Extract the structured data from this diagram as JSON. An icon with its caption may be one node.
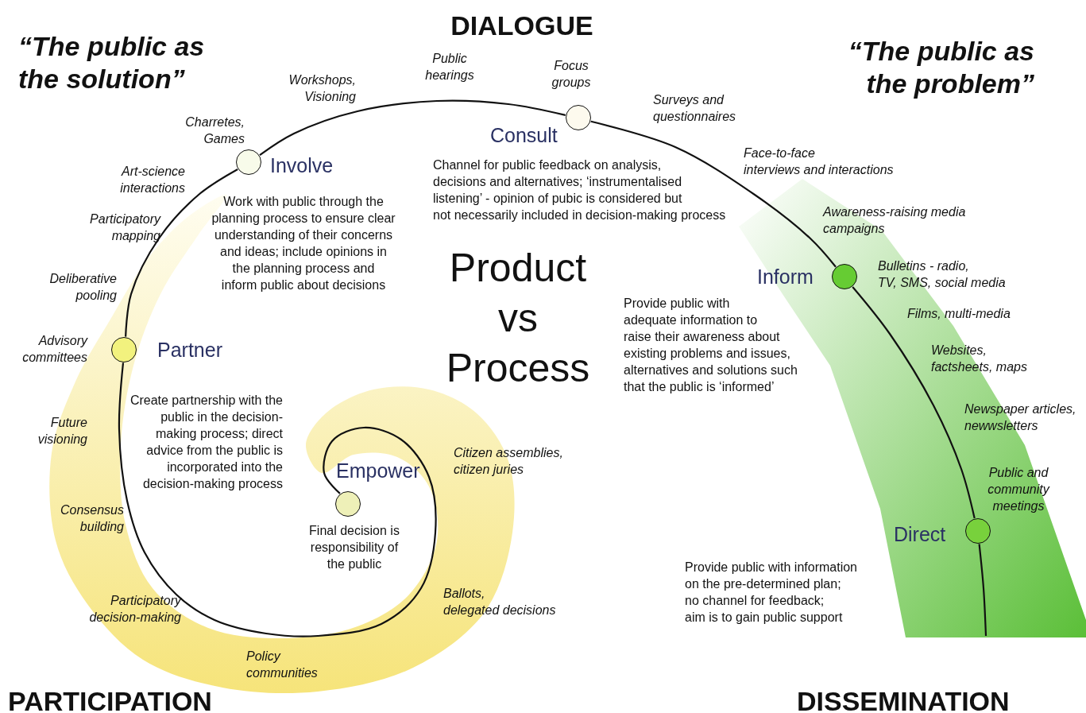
{
  "diagram": {
    "title": "Product vs Process",
    "nodes": [
      {
        "text": [],
        "shape": "circle",
        "beside": [
          "Empower",
          "Final decision is responsibility of the public"
        ]
      },
      {
        "text": [],
        "shape": "circle",
        "beside": [
          "Partner",
          "Create partnership with the public in the decision-making process; direct advice from the public is incorporated into the decision-making process"
        ]
      },
      {
        "text": [],
        "shape": "circle",
        "beside": [
          "Involve",
          "Work with public through the planning process to ensure clear understanding of their concerns and ideas; include opinions in the planning process and inform public about decisions"
        ]
      },
      {
        "text": [],
        "shape": "circle",
        "beside": [
          "Consult",
          "Channel for public feedback on analysis, decisions and alternatives; ‘instrumentalised listening’ - opinion of pubic is considered but not necessarily included in decision-making process"
        ]
      },
      {
        "text": [],
        "shape": "circle",
        "beside": [
          "Inform",
          "Provide public with adequate information to raise their awareness about existing problems and issues, alternatives and solutions such that the public is ‘informed’"
        ]
      },
      {
        "text": [],
        "shape": "circle",
        "beside": [
          "Direct",
          "Provide public with information on the pre-determined plan; no channel for feedback; aim is to gain public support"
        ]
      }
    ],
    "edges": [
      {
        "from": 0,
        "to": 1,
        "arrow": "none"
      },
      {
        "from": 1,
        "to": 2,
        "arrow": "none"
      },
      {
        "from": 2,
        "to": 3,
        "arrow": "none"
      },
      {
        "from": 3,
        "to": 4,
        "arrow": "none"
      },
      {
        "from": 4,
        "to": 5,
        "arrow": "none"
      },
      {
        "from": 5,
        "to": null,
        "arrow": "none"
      }
    ],
    "labels": [
      "“The public as the solution”",
      "DIALOGUE",
      "“The public as the problem”",
      "Public hearings",
      "Focus groups",
      "Workshops, Visioning",
      "Surveys and questionnaires",
      "Charretes, Games",
      "Face-to-face interviews and interactions",
      "Art-science interactions",
      "Participatory mapping",
      "Awareness-raising media campaigns",
      "Deliberative pooling",
      "Bulletins - radio, TV, SMS, social media",
      "Films, multi-media",
      "Advisory committees",
      "Websites, factsheets, maps",
      "Newspaper articles, newwsletters",
      "Future visioning",
      "Citizen assemblies, citizen juries",
      "Public and community meetings",
      "Consensus building",
      "Participatory decision-making",
      "Ballots, delegated decisions",
      "Policy communities",
      "PARTICIPATION",
      "DISSEMINATION"
    ]
  }
}
